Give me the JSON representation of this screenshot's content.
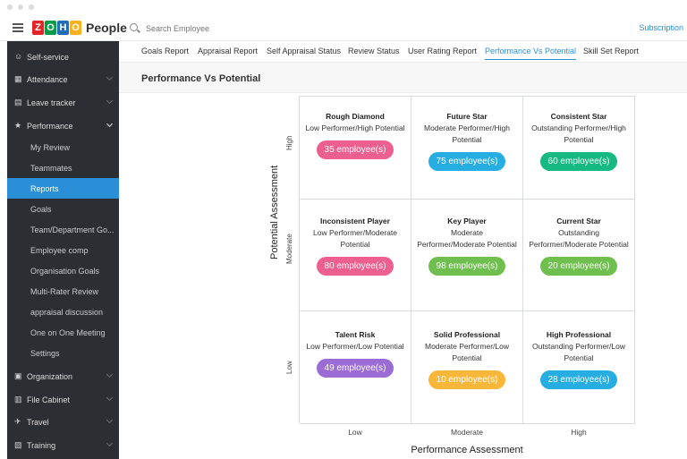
{
  "app": {
    "logo_letters": [
      "Z",
      "O",
      "H",
      "O"
    ],
    "logo_colors": [
      "#e42527",
      "#089949",
      "#226db4",
      "#f9b21d"
    ],
    "logo_name": "People",
    "search_placeholder": "Search Employee",
    "subscription_label": "Subscription"
  },
  "sidebar": {
    "items": [
      {
        "label": "Self-service",
        "icon": "person-icon",
        "chevron": false
      },
      {
        "label": "Attendance",
        "icon": "calendar-icon",
        "chevron": true
      },
      {
        "label": "Leave tracker",
        "icon": "leave-icon",
        "chevron": true
      },
      {
        "label": "Performance",
        "icon": "performance-icon",
        "chevron": true,
        "open": true
      }
    ],
    "sub_items": [
      {
        "label": "My Review"
      },
      {
        "label": "Teammates"
      },
      {
        "label": "Reports",
        "active": true
      },
      {
        "label": "Goals"
      },
      {
        "label": "Team/Department Go..."
      },
      {
        "label": "Employee comp"
      },
      {
        "label": "Organisation Goals"
      },
      {
        "label": "Multi-Rater Review"
      },
      {
        "label": "appraisal discussion"
      },
      {
        "label": "One on One Meeting"
      },
      {
        "label": "Settings"
      }
    ],
    "bottom_items": [
      {
        "label": "Organization",
        "icon": "organization-icon"
      },
      {
        "label": "File Cabinet",
        "icon": "file-cabinet-icon"
      },
      {
        "label": "Travel",
        "icon": "travel-icon"
      },
      {
        "label": "Training",
        "icon": "training-icon"
      }
    ]
  },
  "tabs": [
    {
      "label": "Goals Report"
    },
    {
      "label": "Appraisal Report"
    },
    {
      "label": "Self Appraisal Status"
    },
    {
      "label": "Review Status"
    },
    {
      "label": "User Rating Report"
    },
    {
      "label": "Performance Vs Potential",
      "active": true
    },
    {
      "label": "Skill Set Report"
    }
  ],
  "page_title": "Performance Vs Potential",
  "matrix": {
    "y_axis_label": "Potential Assessment",
    "x_axis_label": "Performance Assessment",
    "y_ticks": [
      "High",
      "Moderate",
      "Low"
    ],
    "x_ticks": [
      "Low",
      "Moderate",
      "High"
    ],
    "cells": [
      {
        "title": "Rough Diamond",
        "desc": "Low Performer/High Potential",
        "count": "35 employee(s)",
        "color": "#ec5f8e"
      },
      {
        "title": "Future Star",
        "desc": "Moderate Performer/High Potential",
        "count": "75 employee(s)",
        "color": "#26aee2"
      },
      {
        "title": "Consistent Star",
        "desc": "Outstanding Performer/High Potential",
        "count": "60 employee(s)",
        "color": "#15b981"
      },
      {
        "title": "Inconsistent Player",
        "desc": "Low Performer/Moderate Potential",
        "count": "80 employee(s)",
        "color": "#ec5f8e"
      },
      {
        "title": "Key Player",
        "desc": "Moderate Performer/Moderate Potential",
        "count": "98 employee(s)",
        "color": "#6fbf4f"
      },
      {
        "title": "Current Star",
        "desc": "Outstanding Performer/Moderate Potential",
        "count": "20 employee(s)",
        "color": "#6fbf4f"
      },
      {
        "title": "Talent Risk",
        "desc": "Low Performer/Low Potential",
        "count": "49 employee(s)",
        "color": "#9b6bd6"
      },
      {
        "title": "Solid Professional",
        "desc": "Moderate Performer/Low Potential",
        "count": "10 employee(s)",
        "color": "#f8b739"
      },
      {
        "title": "High Professional",
        "desc": "Outstanding Performer/Low Potential",
        "count": "28 employee(s)",
        "color": "#26aee2"
      }
    ]
  }
}
